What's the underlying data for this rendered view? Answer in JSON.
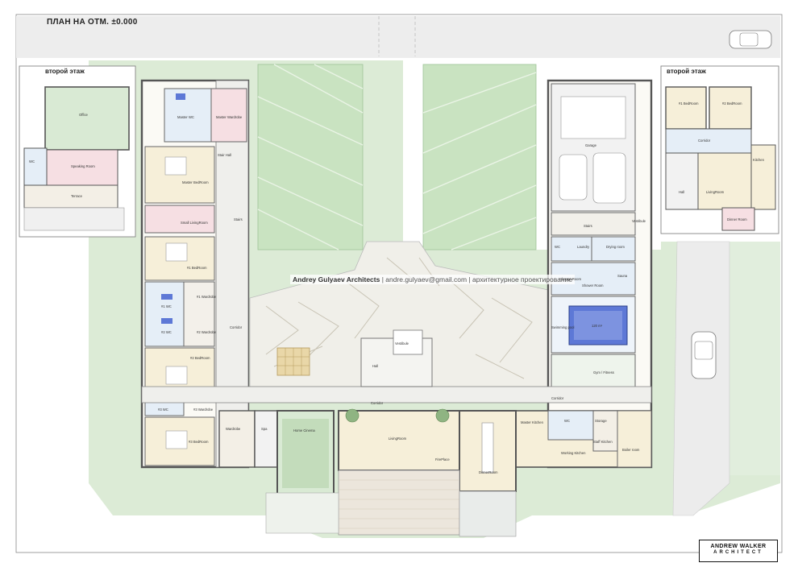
{
  "title": "ПЛАН НА ОТМ. ±0.000",
  "second_floor_left": "второй этаж",
  "second_floor_right": "второй этаж",
  "watermark": {
    "studio": "Andrey Gulyaev Architects",
    "email": "andre.gulyaev@gmail.com",
    "tagline": "архитектурное проектирование"
  },
  "logo": {
    "line1": "ANDREW WALKER",
    "line2": "ARCHITECT"
  },
  "rooms": {
    "office": "Office",
    "speaking_room": "Speaking Room",
    "terrace_left": "Terrace",
    "wc_left": "WC",
    "master_wc": "Master WC",
    "master_wardrobe": "Master Wardrobe",
    "master_bedroom": "Master BedRoom",
    "stair_hall": "Stair Hall",
    "small_livingroom": "Small LivingRoom",
    "stairs_left": "Stairs",
    "bedroom1": "#1 BedRoom",
    "wc_a": "#1 WC",
    "wardrobe_a": "#1 Wardrobe",
    "wc_b": "#2 WC",
    "wardrobe_b": "#2 Wardrobe",
    "bedroom2": "#2 BedRoom",
    "wc_c": "#3 WC",
    "closet": "#3 Wardrobe",
    "bedroom3": "#3 BedRoom",
    "corridor_left": "Corridor",
    "wardrobe_d": "Wardrobe",
    "spa": "Spa",
    "home_cinema": "Home Cinema",
    "vestibule": "Vestibule",
    "hall": "Hall",
    "corridor_center": "Corridor",
    "livingroom": "LivingRoom",
    "fireplace": "FirePlace",
    "dining_room": "DinnerRoom",
    "master_kitchen": "Master Kitchen",
    "wc_kitchen": "WC",
    "storage": "Storage",
    "staff_kitchen": "Staff Kitchen",
    "working_kitchen": "Working Kitchen",
    "boiler_room": "Boiler room",
    "corridor_right": "Corridor",
    "swimming_pool": "Swimming pool",
    "gym": "Gym / Fitness",
    "garage": "Garage",
    "stairs_right": "Stairs",
    "vestibule_right": "Vestibule",
    "wc_right": "WC",
    "laundry": "Laundry",
    "drying_room": "Drying room",
    "change_room": "Change Room",
    "sauna": "Sauna",
    "shower_room": "Shower Room",
    "pool_area": "120 m²",
    "bedroom_r1": "#1 BedRoom",
    "bedroom_r2": "#2 BedRoom",
    "corridor_r": "Corridor",
    "hall_r": "Hall",
    "livingroom_r": "LivingRoom",
    "kitchen_r": "Kitchen",
    "dining_r": "Dinner Room"
  },
  "colors": {
    "lawn": "#cfe5c8",
    "lawn_dark": "#bfdcb6",
    "wall": "#555555",
    "bedroom": "#f6efd9",
    "wet": "#e5eef7",
    "pink": "#f6dfe3",
    "terrace": "#ece6dc",
    "paving": "#e6e6e2",
    "pool": "#5d78d6"
  }
}
